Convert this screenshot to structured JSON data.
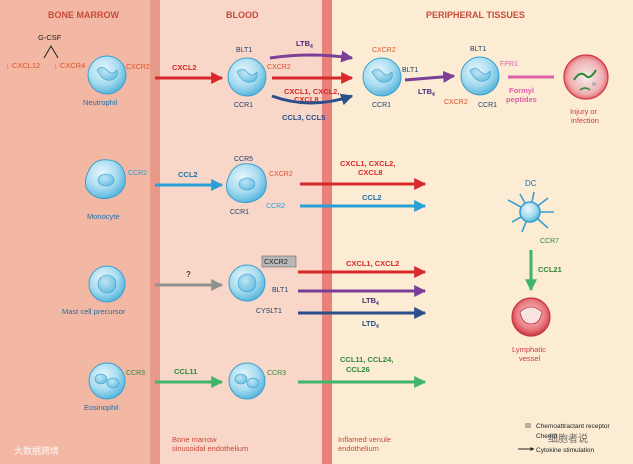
{
  "regions": {
    "bone_marrow": "BONE MARROW",
    "blood": "BLOOD",
    "peripheral": "PERIPHERAL TISSUES",
    "bm_endothelium": [
      "Bone marrow",
      "sinusoidal endothelium"
    ],
    "inflamed_endothelium": [
      "Inflamed venule",
      "endothelium"
    ]
  },
  "neutrophil": {
    "name": "Neutrophil",
    "gcsf": "G-CSF",
    "cxcl12_down": "↓ CXCL12",
    "cxcr4_down": "↓ CXCR4",
    "cxcr2": "CXCR2",
    "cxcl2": "CXCL2",
    "blt1": "BLT1",
    "ltb4": "LTB",
    "ltb4_sub": "4",
    "ccr1": "CCR1",
    "cxcl_multi": [
      "CXCL1, CXCL2,",
      "CXCL8"
    ],
    "ccl3_ccl5": "CCL3, CCL5",
    "fpr1": "FPR1",
    "formyl": [
      "Formyl",
      "peptides"
    ],
    "injury": [
      "Injury or",
      "infection"
    ]
  },
  "monocyte": {
    "name": "Monocyte",
    "ccr2": "CCR2",
    "ccl2": "CCL2",
    "ccr5": "CCR5",
    "cxcr2": "CXCR2",
    "ccr1": "CCR1",
    "ligands_red": [
      "CXCL1, CXCL2,",
      "CXCL8"
    ],
    "ligand_blue": "CCL2"
  },
  "dc": {
    "name": "DC",
    "ccr7": "CCR7",
    "ccl21": "CCL21",
    "vessel": [
      "Lymphatic",
      "vessel"
    ]
  },
  "mast": {
    "name": "Mast cell precursor",
    "question": "?",
    "cxcr2": "CXCR2",
    "blt1": "BLT1",
    "cysltr1": "CYSLT1",
    "ligand_red": "CXCL1, CXCL2",
    "ltb4": "LTB",
    "ltb4_sub": "4",
    "ltd4": "LTD",
    "ltd4_sub": "4"
  },
  "eosinophil": {
    "name": "Eosinophil",
    "ccr3": "CCR3",
    "ccl11": "CCL11",
    "ccr3_b": "CCR3",
    "ligands": [
      "CCL11, CCL24,",
      "CCL26"
    ]
  },
  "legend": {
    "chemo_receptor": "Chemoattractant receptor",
    "chemo_partial": "Chemo",
    "cytokine": "Cytokine stimulation"
  },
  "watermarks": {
    "left": "大数据跨境",
    "right": "细胞者说"
  }
}
